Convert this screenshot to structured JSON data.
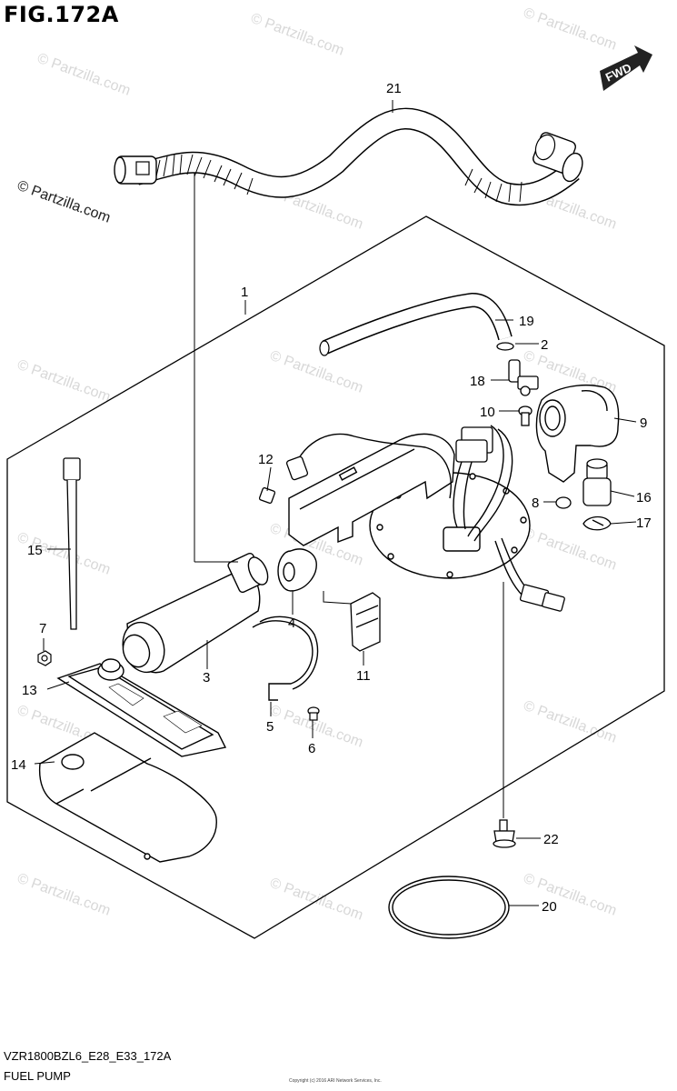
{
  "figure": {
    "title": "FIG.172A",
    "code": "VZR1800BZL6_E28_E33_172A",
    "name": "FUEL PUMP",
    "tiny_copyright": "Copyright (c) 2016 ARI Network Services, Inc."
  },
  "direction_badge": "FWD",
  "watermark": {
    "text": "© Partzilla.com"
  },
  "callouts": [
    {
      "part": "1",
      "name": "fuel-pump-assembly"
    },
    {
      "part": "2",
      "name": "clip"
    },
    {
      "part": "3",
      "name": "fuel-pump-motor"
    },
    {
      "part": "4",
      "name": "filter"
    },
    {
      "part": "5",
      "name": "pump-bracket"
    },
    {
      "part": "6",
      "name": "screw"
    },
    {
      "part": "7",
      "name": "nut"
    },
    {
      "part": "8",
      "name": "o-ring"
    },
    {
      "part": "9",
      "name": "pressure-regulator-holder"
    },
    {
      "part": "10",
      "name": "screw"
    },
    {
      "part": "11",
      "name": "bracket-plate"
    },
    {
      "part": "12",
      "name": "connector-clamp"
    },
    {
      "part": "13",
      "name": "strainer"
    },
    {
      "part": "14",
      "name": "strainer-cover"
    },
    {
      "part": "15",
      "name": "cable-tie"
    },
    {
      "part": "16",
      "name": "pressure-regulator"
    },
    {
      "part": "17",
      "name": "retaining-clip"
    },
    {
      "part": "18",
      "name": "hose-joint"
    },
    {
      "part": "19",
      "name": "fuel-hose"
    },
    {
      "part": "20",
      "name": "gasket"
    },
    {
      "part": "21",
      "name": "fuel-feed-hose"
    },
    {
      "part": "22",
      "name": "bolt"
    }
  ]
}
